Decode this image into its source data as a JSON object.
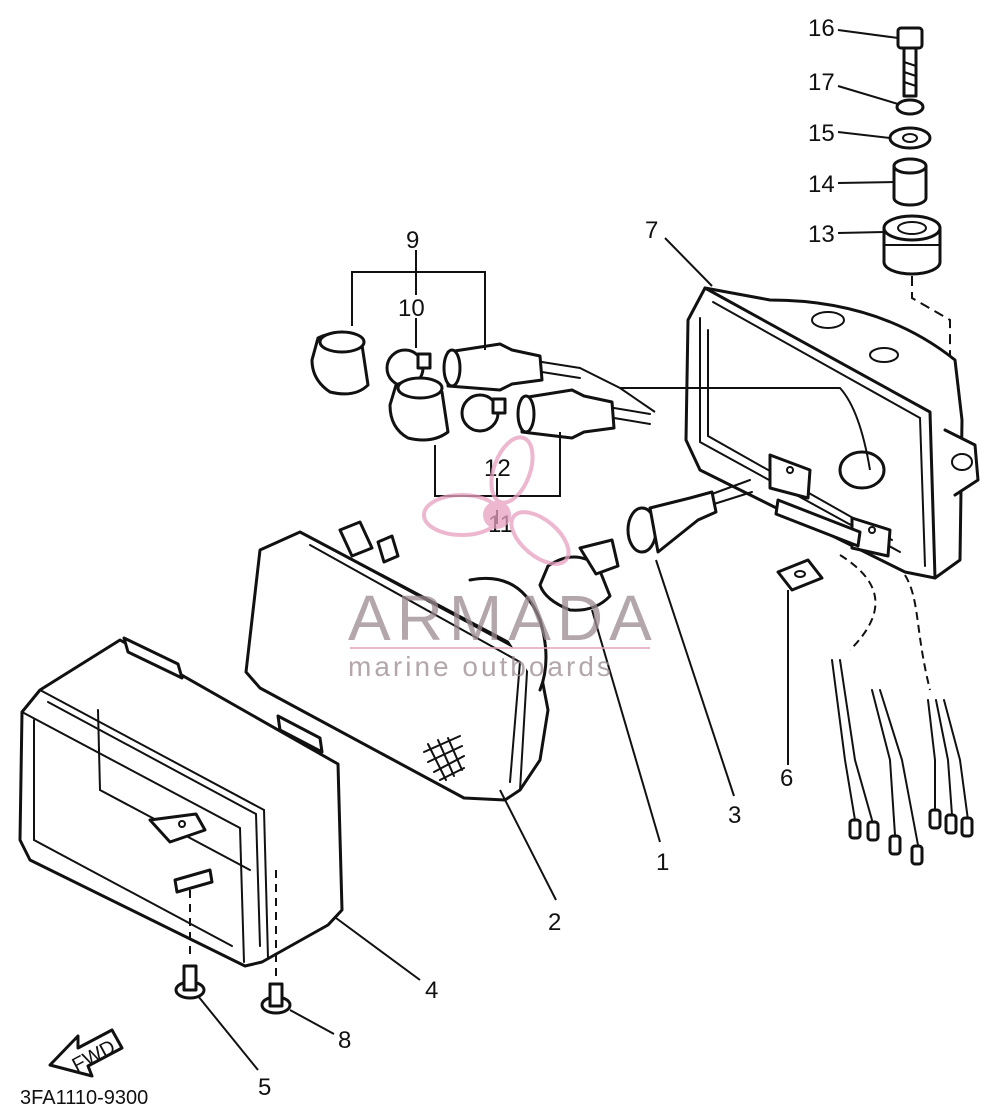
{
  "diagram": {
    "drawing_code": "3FA1110-9300",
    "fwd_label": "FWD",
    "callouts": [
      "1",
      "2",
      "3",
      "4",
      "5",
      "6",
      "7",
      "8",
      "9",
      "10",
      "11",
      "12",
      "13",
      "14",
      "15",
      "16",
      "17"
    ]
  },
  "watermark": {
    "brand": "ARMADA",
    "tagline": "marine outboards",
    "color": "#e8a0c0"
  }
}
